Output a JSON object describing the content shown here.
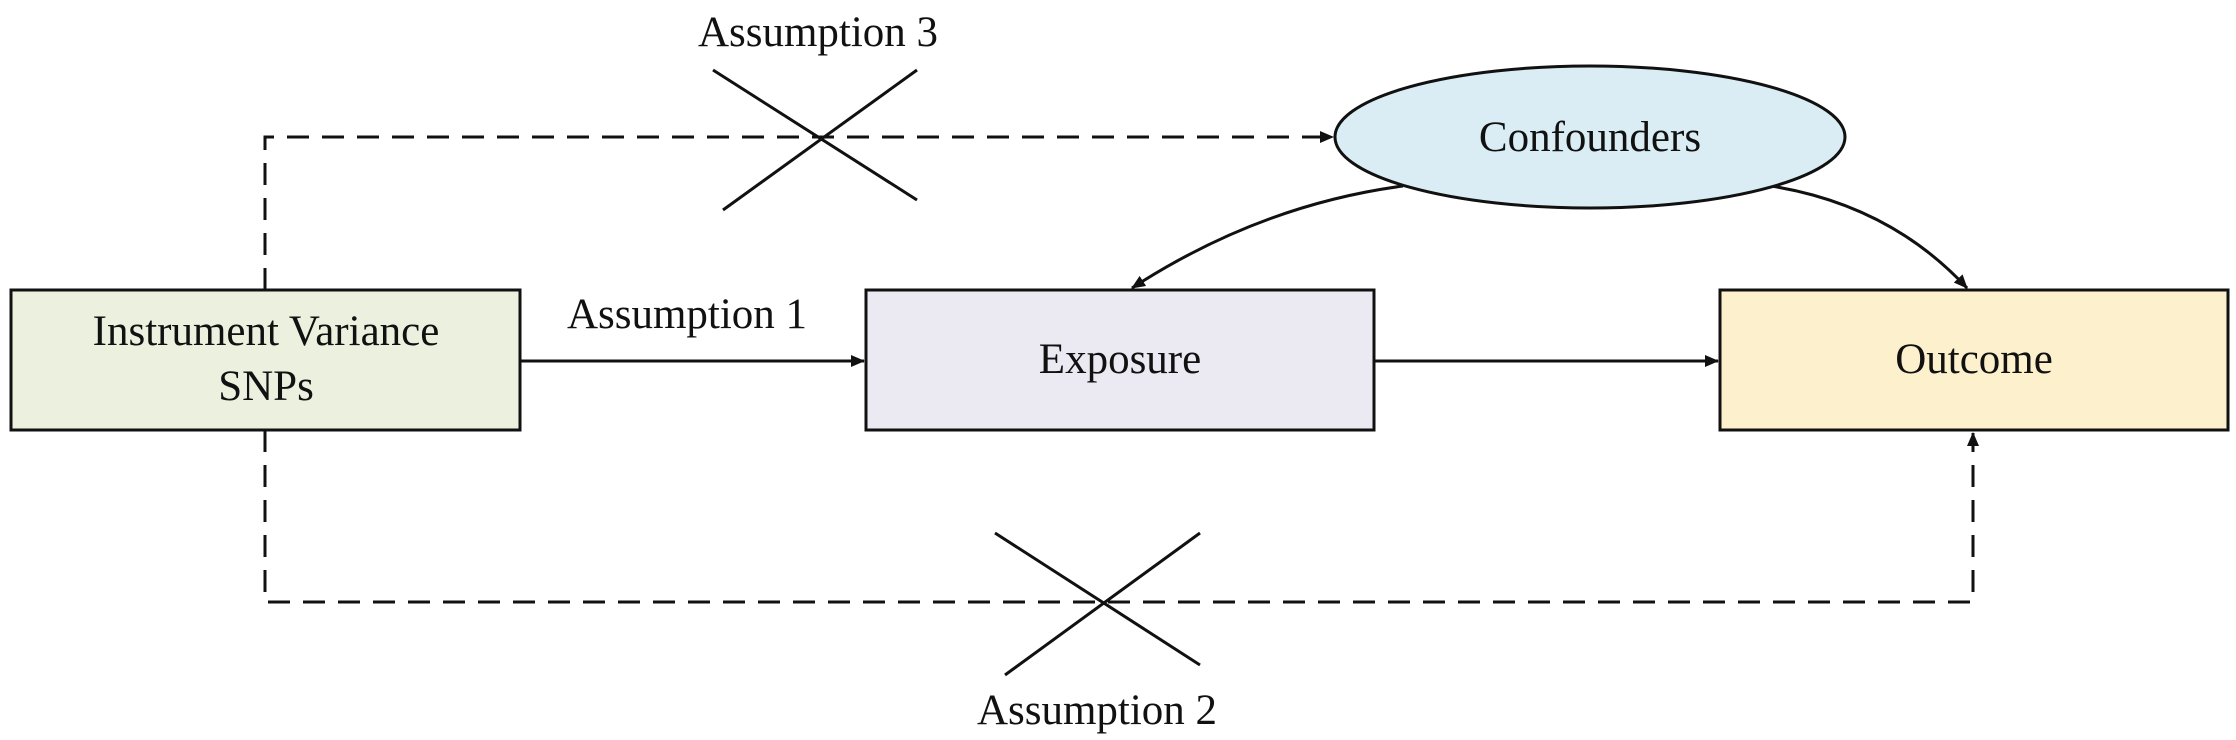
{
  "nodes": {
    "instrument": {
      "line1": "Instrument Variance",
      "line2": "SNPs",
      "fill": "#ebf1de"
    },
    "exposure": {
      "label": "Exposure",
      "fill": "#ebe9f1"
    },
    "outcome": {
      "label": "Outcome",
      "fill": "#fdf1cd"
    },
    "confounders": {
      "label": "Confounders",
      "fill": "#dbedf4"
    }
  },
  "assumptions": {
    "a1": "Assumption  1",
    "a2": "Assumption  2",
    "a3": "Assumption  3"
  },
  "colors": {
    "stroke": "#111111"
  }
}
